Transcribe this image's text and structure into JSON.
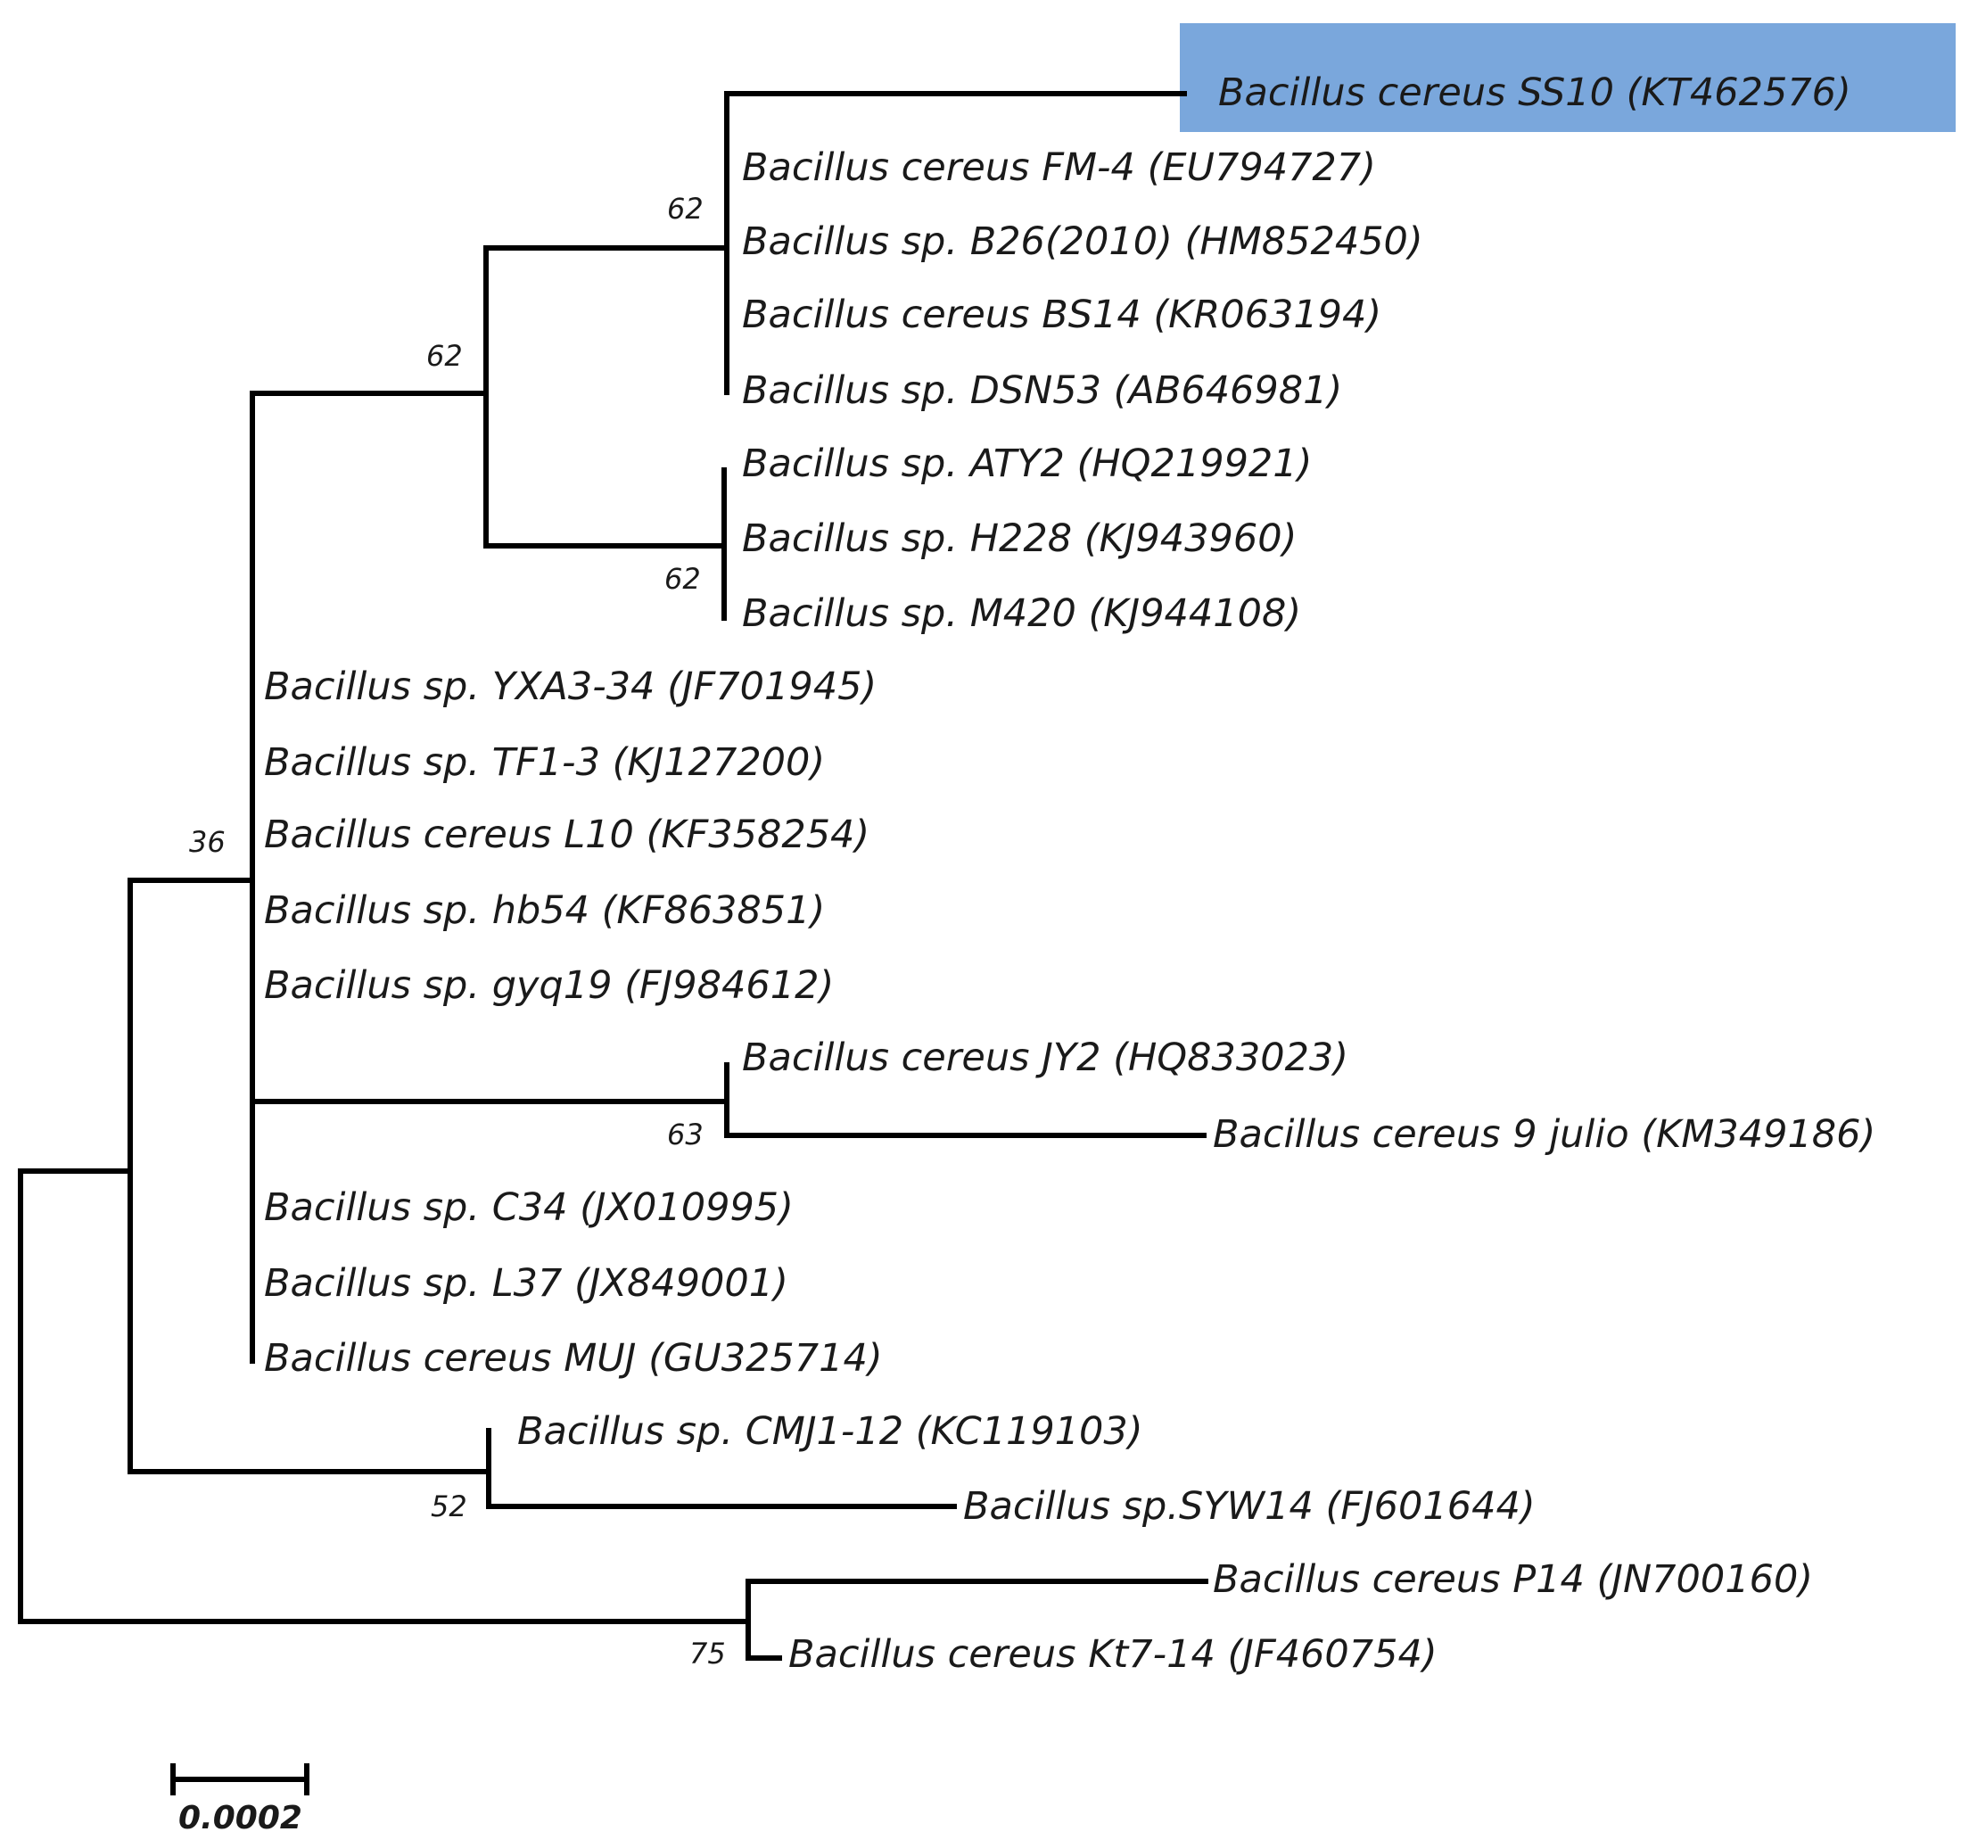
{
  "highlight_color": "#7aa7dc",
  "line_color": "#000000",
  "scale_bar": {
    "label": "0.0002"
  },
  "taxa": [
    {
      "id": "t1",
      "label": "Bacillus cereus SS10 (KT462576)",
      "highlighted": true
    },
    {
      "id": "t2",
      "label": "Bacillus cereus FM-4 (EU794727)"
    },
    {
      "id": "t3",
      "label": "Bacillus sp. B26(2010) (HM852450)"
    },
    {
      "id": "t4",
      "label": "Bacillus cereus BS14 (KR063194)"
    },
    {
      "id": "t5",
      "label": "Bacillus sp. DSN53 (AB646981)"
    },
    {
      "id": "t6",
      "label": "Bacillus sp. ATY2 (HQ219921)"
    },
    {
      "id": "t7",
      "label": "Bacillus sp. H228 (KJ943960)"
    },
    {
      "id": "t8",
      "label": "Bacillus sp. M420 (KJ944108)"
    },
    {
      "id": "t9",
      "label": "Bacillus sp. YXA3-34 (JF701945)"
    },
    {
      "id": "t10",
      "label": "Bacillus sp. TF1-3 (KJ127200)"
    },
    {
      "id": "t11",
      "label": "Bacillus cereus L10 (KF358254)"
    },
    {
      "id": "t12",
      "label": "Bacillus sp. hb54 (KF863851)"
    },
    {
      "id": "t13",
      "label": "Bacillus sp. gyq19 (FJ984612)"
    },
    {
      "id": "t14",
      "label": "Bacillus cereus JY2 (HQ833023)"
    },
    {
      "id": "t15",
      "label": "Bacillus cereus 9 julio (KM349186)"
    },
    {
      "id": "t16",
      "label": "Bacillus sp. C34 (JX010995)"
    },
    {
      "id": "t17",
      "label": "Bacillus sp. L37 (JX849001)"
    },
    {
      "id": "t18",
      "label": "Bacillus cereus MUJ (GU325714)"
    },
    {
      "id": "t19",
      "label": "Bacillus sp. CMJ1-12 (KC119103)"
    },
    {
      "id": "t20",
      "label": "Bacillus sp.SYW14 (FJ601644)"
    },
    {
      "id": "t21",
      "label": "Bacillus cereus P14 (JN700160)"
    },
    {
      "id": "t22",
      "label": "Bacillus cereus Kt7-14 (JF460754)"
    }
  ],
  "support_values": [
    {
      "id": "n_ss10_clade",
      "value": "62"
    },
    {
      "id": "n_upper_clade",
      "value": "62"
    },
    {
      "id": "n_aty2_clade",
      "value": "62"
    },
    {
      "id": "n_main_clade",
      "value": "36"
    },
    {
      "id": "n_jy2_clade",
      "value": "63"
    },
    {
      "id": "n_cmj_clade",
      "value": "52"
    },
    {
      "id": "n_p14_clade",
      "value": "75"
    }
  ]
}
